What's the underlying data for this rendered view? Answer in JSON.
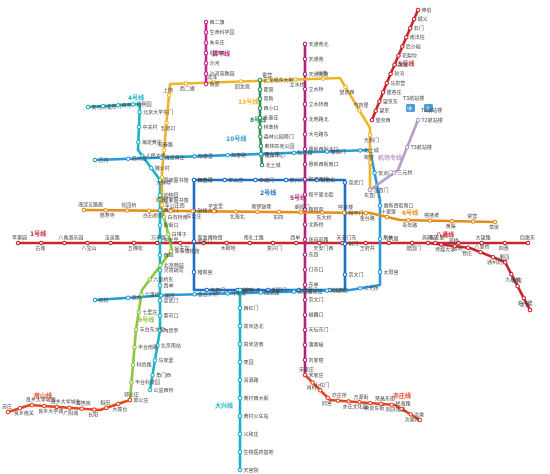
{
  "lines": [
    {
      "id": "L1",
      "label": "1号线",
      "color": "#c8262e"
    },
    {
      "id": "L2",
      "label": "2号线",
      "color": "#1f6fc6"
    },
    {
      "id": "L4",
      "label": "4号线",
      "color": "#1bb3c6"
    },
    {
      "id": "L5",
      "label": "5号线",
      "color": "#b1227d"
    },
    {
      "id": "L8",
      "label": "8号线",
      "color": "#2f8f5b"
    },
    {
      "id": "L9",
      "label": "9号线",
      "color": "#8dc63f"
    },
    {
      "id": "L10",
      "label": "10号线",
      "color": "#2a9bd8"
    },
    {
      "id": "L13",
      "label": "13号线",
      "color": "#f0b429"
    },
    {
      "id": "L6",
      "label": "6号线",
      "color": "#e58e1a"
    },
    {
      "id": "LBT",
      "label": "八通线",
      "color": "#c8262e"
    },
    {
      "id": "LAP",
      "label": "机场专线",
      "color": "#b79cc9"
    },
    {
      "id": "LDX",
      "label": "大兴线",
      "color": "#1bb3c6"
    },
    {
      "id": "LYZ",
      "label": "亦庄线",
      "color": "#e8431f"
    },
    {
      "id": "LFS",
      "label": "房山线",
      "color": "#e8431f"
    },
    {
      "id": "L15",
      "label": "15号线",
      "color": "#c8262e"
    },
    {
      "id": "LCP",
      "label": "昌平线",
      "color": "#c8268a"
    }
  ],
  "airport": {
    "t3": "T3航站楼",
    "t2": "T2航站楼"
  },
  "stations": {
    "L1": [
      "苹果园",
      "古城",
      "八角游乐园",
      "八宝山",
      "玉泉路",
      "五棵松",
      "万寿路",
      "公主坟",
      "军事博物馆",
      "木樨地",
      "南礼士路",
      "复兴门",
      "西单",
      "天安门西",
      "天安门东",
      "王府井",
      "东单",
      "建国门",
      "永安里",
      "国贸",
      "大望路",
      "四惠",
      "四惠东"
    ],
    "LBT": [
      "高碑店",
      "传媒大学",
      "双桥",
      "管庄",
      "八里桥",
      "通州北苑",
      "果园",
      "九棵树",
      "梨园",
      "临河里",
      "土桥"
    ],
    "L13": [
      "西直门",
      "大钟寺",
      "知春路",
      "五道口",
      "上地",
      "西二旗",
      "龙泽",
      "回龙观",
      "霍营",
      "立水桥",
      "北苑",
      "望京西",
      "芍药居",
      "光熙门",
      "柳芳",
      "东直门"
    ],
    "L5": [
      "天通苑北",
      "天通苑",
      "天通苑南",
      "立水桥",
      "立水桥南",
      "北苑路北",
      "大屯路东",
      "惠新西街北口",
      "惠新西街南口",
      "和平西桥",
      "和平里北街",
      "雍和宫",
      "北新桥",
      "张自忠路",
      "东四",
      "灯市口",
      "东单",
      "崇文门",
      "磁器口",
      "天坛东门",
      "蒲黄榆",
      "刘家窑",
      "宋家庄"
    ],
    "L4": [
      "安河桥北",
      "北宫门",
      "西苑",
      "圆明园",
      "北京大学东门",
      "中关村",
      "海淀黄庄",
      "人民大学",
      "魏公村",
      "国家图书馆",
      "动物园",
      "西直门",
      "新街口",
      "平安里",
      "西四",
      "灵境胡同",
      "西单",
      "宣武门",
      "菜市口",
      "陶然亭",
      "北京南站",
      "马家堡",
      "角门西",
      "公益西桥"
    ],
    "L10": [
      "巴沟",
      "苏州街",
      "海淀黄庄",
      "知春里",
      "知春路",
      "西土城",
      "牡丹园",
      "健德门",
      "北土城",
      "安贞门",
      "惠新西街南口",
      "芍药居",
      "太阳宫",
      "三元桥",
      "亮马桥",
      "农业展览馆",
      "团结湖",
      "呼家楼",
      "金台夕照",
      "国贸",
      "双井",
      "劲松"
    ],
    "L8": [
      "回龙观东大街",
      "霍营",
      "育新",
      "西小口",
      "永泰庄",
      "林萃桥",
      "森林公园南门",
      "奥林匹克公园",
      "奥体中心",
      "北土城"
    ],
    "L2": [
      "西直门",
      "车公庄",
      "阜成门",
      "复兴门",
      "长椿街",
      "宣武门",
      "和平门",
      "前门",
      "崇文门",
      "北京站",
      "建国门",
      "朝阳门",
      "东四十条",
      "东直门",
      "雍和宫",
      "安定门",
      "鼓楼大街",
      "积水潭"
    ],
    "L9": [
      "国家图书馆",
      "白石桥南",
      "白堆子",
      "军事博物馆",
      "北京西站",
      "六里桥东",
      "六里桥",
      "七里庄",
      "丰台东大街",
      "丰台南路",
      "科怡路",
      "丰台科技园",
      "郭公庄"
    ],
    "L6": [
      "海淀五路居",
      "慈寿寺",
      "花园桥",
      "白石桥南",
      "车公庄西",
      "车公庄",
      "平安里",
      "北海北",
      "南锣鼓巷",
      "东四",
      "朝阳门",
      "东大桥",
      "呼家楼",
      "金台路",
      "十里堡",
      "青年路",
      "褡裢坡",
      "黄渠",
      "常营",
      "草房"
    ],
    "LDX": [
      "新宫",
      "西红门",
      "高米店北",
      "高米店南",
      "枣园",
      "清源路",
      "黄村西大街",
      "黄村火车站",
      "义和庄",
      "生物医药基地",
      "天宫院"
    ],
    "LYZ": [
      "宋家庄",
      "肖村",
      "小红门",
      "旧宫",
      "亦庄桥",
      "亦庄文化园",
      "万源街",
      "荣京东街",
      "荣昌东街",
      "同济南路",
      "经海路",
      "次渠南",
      "次渠"
    ],
    "LFS": [
      "郭公庄",
      "大葆台",
      "稻田",
      "长阳",
      "篱笆房",
      "广阳城",
      "良乡大学城北",
      "良乡大学城",
      "良乡大学城西",
      "良乡南关",
      "苏庄"
    ],
    "L15": [
      "望京西",
      "望京",
      "望京东",
      "崔各庄",
      "马泉营",
      "孙河",
      "国展",
      "花梨坎",
      "后沙峪",
      "南法信",
      "石门",
      "顺义",
      "俸伯"
    ],
    "LCP": [
      "西二旗",
      "生命科学园",
      "朱辛庄",
      "巩华城",
      "沙河",
      "沙河高教园",
      "南邵"
    ],
    "LAP": [
      "东直门",
      "三元桥",
      "T3航站楼",
      "T2航站楼"
    ]
  }
}
